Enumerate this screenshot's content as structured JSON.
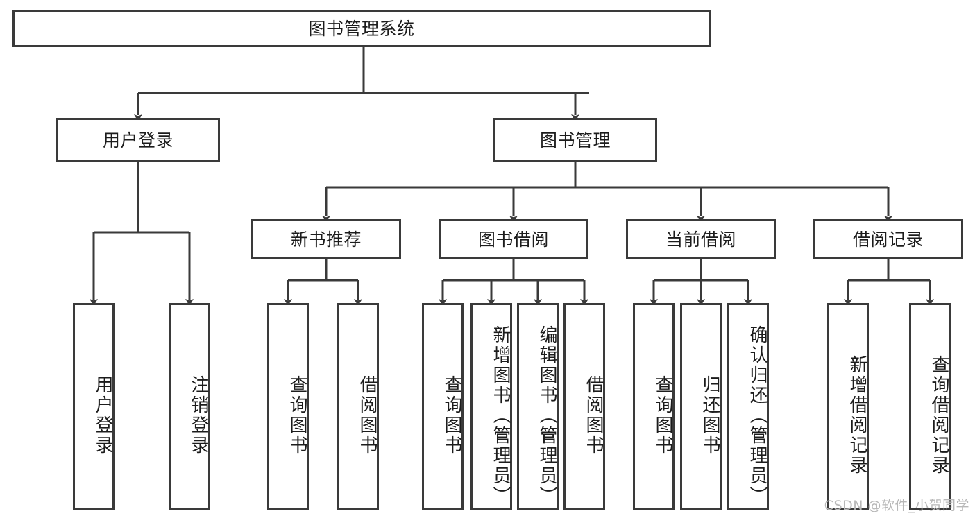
{
  "diagram": {
    "title": "图书管理系统",
    "type": "tree-structure-chart",
    "root": {
      "label": "图书管理系统"
    },
    "level2": [
      {
        "label": "用户登录"
      },
      {
        "label": "图书管理"
      }
    ],
    "level3": [
      {
        "label": "新书推荐"
      },
      {
        "label": "图书借阅"
      },
      {
        "label": "当前借阅"
      },
      {
        "label": "借阅记录"
      }
    ],
    "leaves": {
      "user_login": [
        {
          "label": "用户登录"
        },
        {
          "label": "注销登录"
        }
      ],
      "new_book_recommend": [
        {
          "label": "查询图书"
        },
        {
          "label": "借阅图书"
        }
      ],
      "book_borrow": [
        {
          "label": "查询图书"
        },
        {
          "label": "新增图书（管理员）"
        },
        {
          "label": "编辑图书（管理员）"
        },
        {
          "label": "借阅图书"
        }
      ],
      "current_borrow": [
        {
          "label": "查询图书"
        },
        {
          "label": "归还图书"
        },
        {
          "label": "确认归还（管理员）"
        }
      ],
      "borrow_record": [
        {
          "label": "新增借阅记录"
        },
        {
          "label": "查询借阅记录"
        }
      ]
    }
  },
  "watermark": {
    "text": "CSDN @软件_小贺同学"
  },
  "colors": {
    "stroke": "#3a3a3a",
    "fill": "#ffffff",
    "text": "#1c1c1c",
    "watermark": "#b8b8b8"
  }
}
